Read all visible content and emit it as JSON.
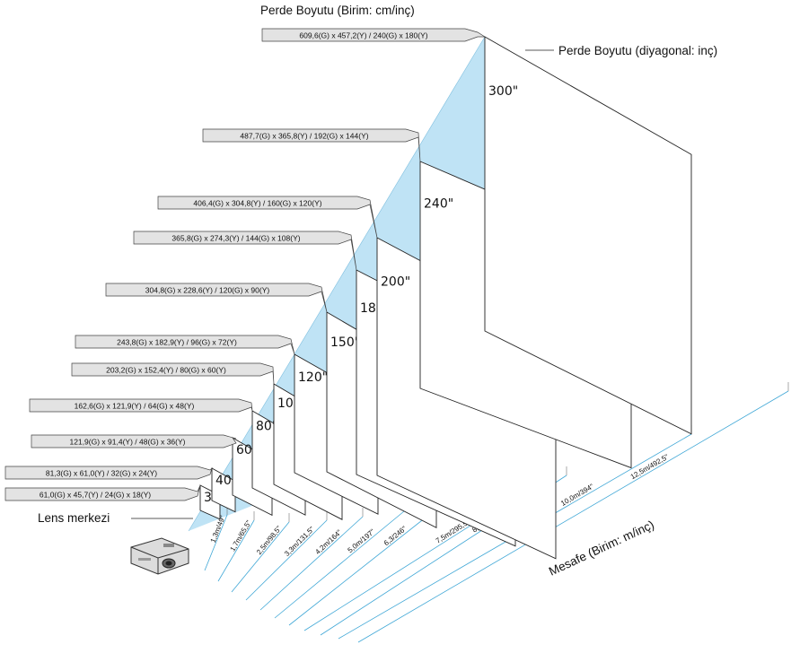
{
  "title_top": "Perde Boyutu (Birim: cm/inç)",
  "title_diagonal": "Perde Boyutu (diyagonal: inç)",
  "lens_center_label": "Lens merkezi",
  "distance_axis_label": "Mesafe (Birim: m/inç)",
  "screens": [
    {
      "diagonal": "30\"",
      "size_text": "61,0(G) x 45,7(Y) / 24(G) x 18(Y)",
      "distance": "1,3m/49\""
    },
    {
      "diagonal": "40\"",
      "size_text": "81,3(G) x 61,0(Y) / 32(G) x 24(Y)",
      "distance": "1,7m/65,5\""
    },
    {
      "diagonal": "60\"",
      "size_text": "121,9(G) x 91,4(Y) / 48(G) x 36(Y)",
      "distance": "2,5m/98,5\""
    },
    {
      "diagonal": "80\"",
      "size_text": "162,6(G) x 121,9(Y) / 64(G) x 48(Y)",
      "distance": "3,3m/131,5\""
    },
    {
      "diagonal": "100\"",
      "size_text": "203,2(G) x 152,4(Y) / 80(G) x 60(Y)",
      "distance": "4,2m/164\""
    },
    {
      "diagonal": "120\"",
      "size_text": "243,8(G) x 182,9(Y) / 96(G) x 72(Y)",
      "distance": "5,0m/197\""
    },
    {
      "diagonal": "150\"",
      "size_text": "304,8(G) x 228,6(Y) / 120(G) x 90(Y)",
      "distance": "6,3/246\""
    },
    {
      "diagonal": "180\"",
      "size_text": "365,8(G) x 274,3(Y) / 144(G) x 108(Y)",
      "distance": "7,5m/295,5\""
    },
    {
      "diagonal": "200\"",
      "size_text": "406,4(G) x 304,8(Y) / 160(G) x 120(Y)",
      "distance": "8,3m/328\""
    },
    {
      "diagonal": "240\"",
      "size_text": "487,7(G) x 365,8(Y) / 192(G) x 144(Y)",
      "distance": "10,0m/394\""
    },
    {
      "diagonal": "300\"",
      "size_text": "609,6(G) x 457,2(Y) / 240(G) x 180(Y)",
      "distance": "12,5m/492,5\""
    }
  ],
  "colors": {
    "beam": "#bfe3f5",
    "tag_fill": "#e3e3e3",
    "line": "#222222",
    "dim_line": "#3fa7d6"
  },
  "icons": [
    "projector-icon"
  ]
}
